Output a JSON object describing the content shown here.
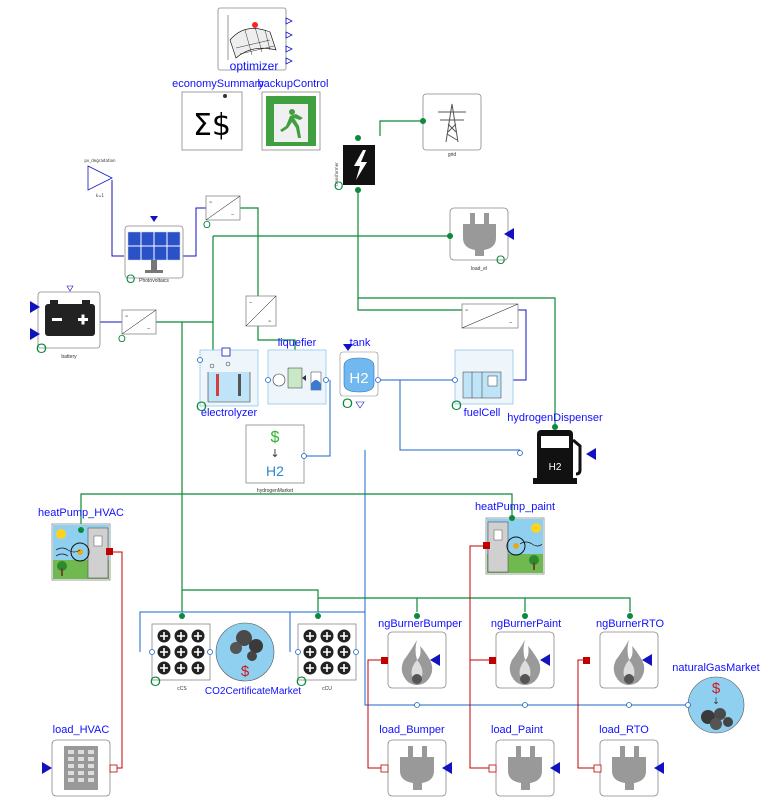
{
  "colors": {
    "electric_line": "#0a8a3a",
    "hydrogen_line": "#1b64c8",
    "heat_line": "#c00000",
    "signal_line": "#1212c0",
    "label_blue": "#1010ff",
    "sky_blue": "#8fd0f0",
    "fossil_gray": "#9a9a9a",
    "fuel_blue": "#0a5bd1"
  },
  "components": {
    "optimizer": "optimizer",
    "economySummary": "economySummary",
    "backupControl": "backupControl",
    "grid": "grid",
    "transformer": "transformer",
    "pv_degradation": "pv_degradation",
    "photovoltaics": "Photovoltaics",
    "load_el": "load_el",
    "battery": "battery",
    "liquefier": "liquefier",
    "tank": "tank",
    "electrolyzer": "electrolyzer",
    "fuelCell": "fuelCell",
    "hydrogenDispenser": "hydrogenDispenser",
    "hydrogenMarket": "hydrogenMarket",
    "heatPump_HVAC": "heatPump_HVAC",
    "heatPump_paint": "heatPump_paint",
    "cCS": "cCS",
    "CO2CertificateMarket": "CO2CertificateMarket",
    "cCU": "cCU",
    "ngBurnerBumper": "ngBurnerBumper",
    "ngBurnerPaint": "ngBurnerPaint",
    "ngBurnerRTO": "ngBurnerRTO",
    "naturalGasMarket": "naturalGasMarket",
    "load_HVAC": "load_HVAC",
    "load_Bumper": "load_Bumper",
    "load_Paint": "load_Paint",
    "load_RTO": "load_RTO"
  },
  "icon_text": {
    "h2": "H2",
    "dollar": "$",
    "sigma_dollar": "Σ$",
    "gain": "k=1",
    "down_arrow": "↓"
  }
}
